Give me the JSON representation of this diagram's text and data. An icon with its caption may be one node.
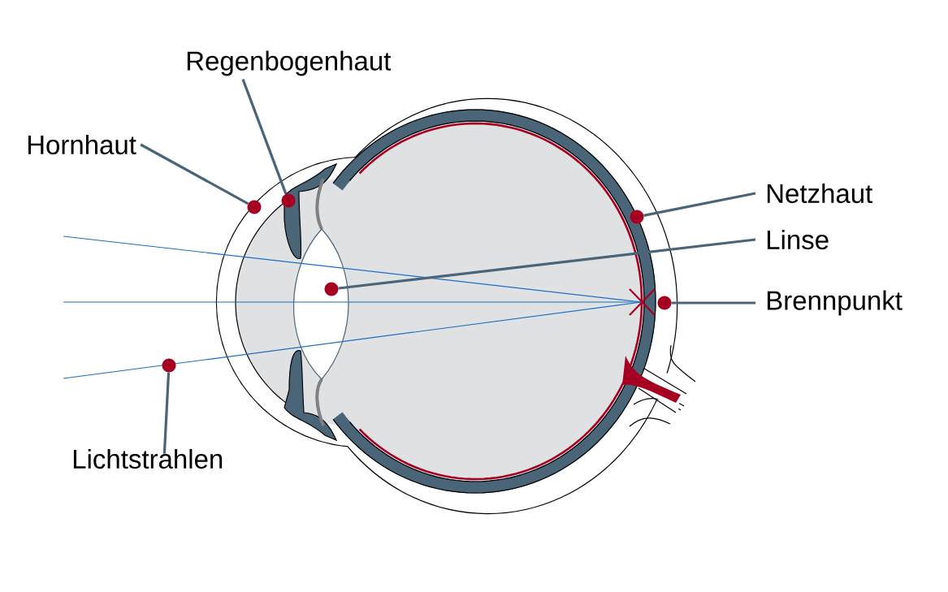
{
  "diagram": {
    "nodes": [
      {
        "text": [
          "Regenbogenhaut"
        ]
      },
      {
        "text": [
          "Hornhaut"
        ]
      },
      {
        "text": [
          "Netzhaut"
        ]
      },
      {
        "text": [
          "Linse"
        ]
      },
      {
        "text": [
          "Brennpunkt"
        ]
      },
      {
        "text": [
          "Lichtstrahlen"
        ]
      },
      {
        "text": [],
        "shape": "circle"
      },
      {
        "text": [],
        "shape": "circle"
      },
      {
        "text": [],
        "shape": "circle"
      },
      {
        "text": [],
        "shape": "circle"
      },
      {
        "text": [],
        "shape": "circle"
      },
      {
        "text": [],
        "shape": "circle"
      }
    ],
    "edges": [
      {
        "from": 0,
        "to": 6,
        "arrow": "none"
      },
      {
        "from": 1,
        "to": 7,
        "arrow": "none"
      },
      {
        "from": 2,
        "to": 8,
        "arrow": "none"
      },
      {
        "from": 3,
        "to": 9,
        "arrow": "none"
      },
      {
        "from": 4,
        "to": 10,
        "arrow": "none"
      },
      {
        "from": 5,
        "to": 11,
        "arrow": "none"
      }
    ]
  }
}
